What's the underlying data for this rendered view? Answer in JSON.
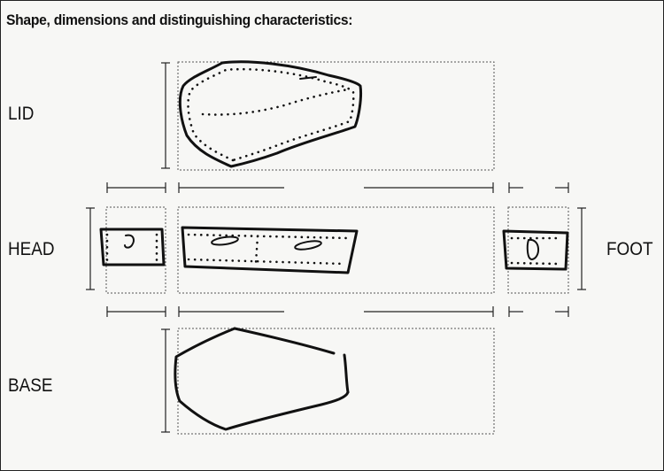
{
  "heading": "Shape, dimensions and distinguishing characteristics:",
  "labels": {
    "lid": "LID",
    "head": "HEAD",
    "foot": "FOOT",
    "base": "BASE"
  },
  "colors": {
    "ink": "#111111",
    "paper": "#f7f7f5",
    "frame": "#555555"
  }
}
